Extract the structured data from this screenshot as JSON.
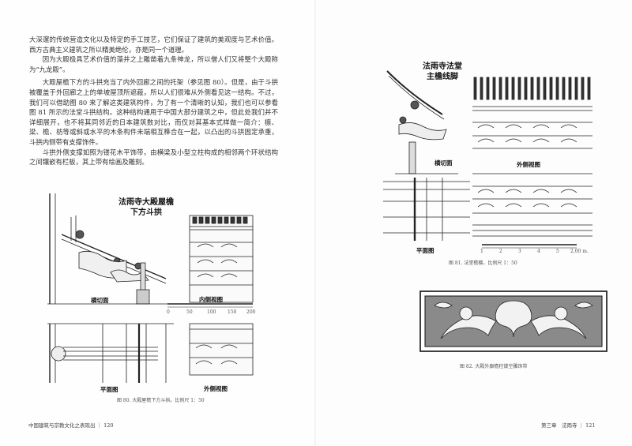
{
  "left_page": {
    "paragraphs": [
      "大深邃的传统营造文化以及特定的手工技艺，它们保证了建筑的美观度与艺术价值。西方古典主义建筑之所以精美绝伦，亦是同一个道理。",
      "因为大殿极具艺术价值的藻井之上雕凿着九条神龙，所以僧人们又将整个大殿称为“九龙殿”。",
      "大殿屋檐下方的斗拱充当了内外回廊之间的托架（参见图 80）。但是，由于斗拱被覆盖于外回廊之上的单坡屋顶所遮蔽，所以人们很难从外侧看见这一结构。不过，我们可以借助图 80 来了解这类建筑构件，为了有一个清晰的认知，我们也可以参看图 81 所示的法堂斗拱结构。这种结构通用于中国大部分建筑之中，但此处我们并不详细展开，也不将其同邻近的日本建筑数对比，而仅对其基本式样做一简介：檩、梁、檐、枋等或斜或水平的木条构件未端相互榫合在一起，以凸出的斗拱固定承重，斗拱内侧带有支撑饰件。",
      "斗拱外侧支撑如照为镂花木平饰带，由横梁及小型立柱构成的相邻两个环状结构之间镶嵌有栏板，其上带有绘画及雕刻。"
    ],
    "figure": {
      "title": "法雨寺大殿屋檐\n下方斗拱",
      "labels": {
        "section": "横切面",
        "inner": "内侧视图",
        "plan": "平面图",
        "outer": "外侧视图"
      },
      "scale_ticks": [
        "0",
        "50",
        "100",
        "150",
        "200"
      ],
      "caption": "图 80. 大殿屋檐下方斗拱。比例尺 1：50"
    },
    "footer": "中国建筑与宗教文化之表现出 ｜ 120"
  },
  "right_page": {
    "figure81": {
      "title": "法雨寺法堂\n主檐线脚",
      "labels": {
        "section": "横切面",
        "outer": "外侧视图",
        "plan": "平面图"
      },
      "scale_ticks": [
        "1",
        "2",
        "3",
        "4",
        "5",
        "2,00 m."
      ],
      "caption": "图 81. 法堂檐檩。比例尺 1：50"
    },
    "figure82": {
      "caption": "图 82. 大殿外廊檐柱镂空雕饰带"
    },
    "footer": "第三章　法雨寺 ｜ 121"
  }
}
